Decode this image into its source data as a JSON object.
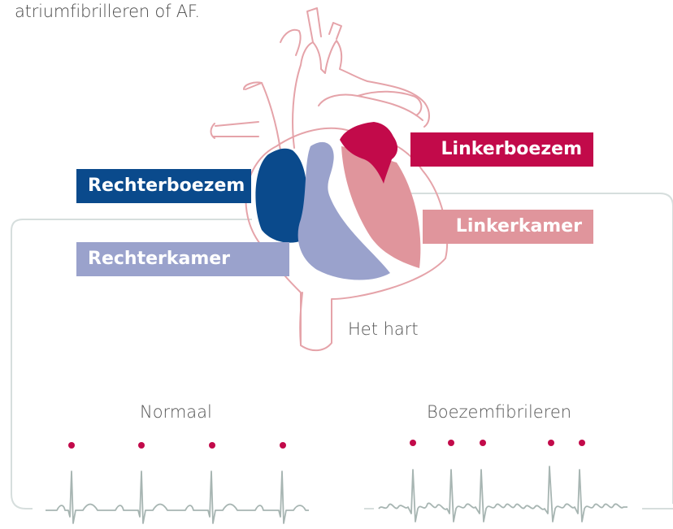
{
  "intro_text": "atriumfibrilleren of AF.",
  "labels": {
    "left_atrium": "Linkerboezem",
    "right_atrium": "Rechterboezem",
    "left_ventricle": "Linkerkamer",
    "right_ventricle": "Rechterkamer"
  },
  "heart_caption": "Het hart",
  "ecg": {
    "normal_label": "Normaal",
    "af_label": "Boezemfibrileren"
  },
  "colors": {
    "left_atrium": "#c20a4a",
    "right_atrium": "#0a4a8c",
    "left_ventricle": "#e0959c",
    "right_ventricle": "#9aa2cc",
    "heart_outline": "#e5a3a9",
    "ecg_line": "#a7b5b2",
    "frame_line": "#d6dedd",
    "dot": "#c20a4a"
  },
  "icons": [
    "heart-illustration",
    "ecg-normal-trace",
    "ecg-af-trace"
  ]
}
